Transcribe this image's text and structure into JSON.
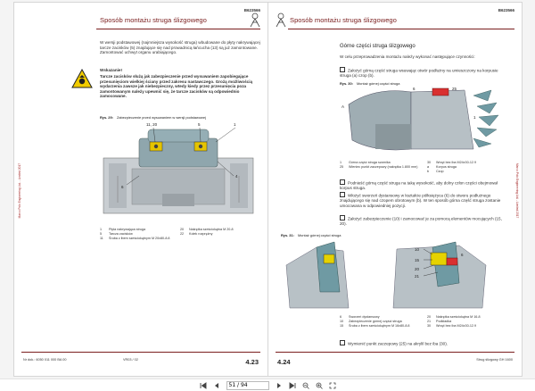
{
  "left_page": {
    "doc_id": "B623566",
    "title": "Sposób montażu struga ślizgowego",
    "side_text": "Marco Polo Engineering Ltd. - Limited 2017",
    "intro": "W wersji podstawowej (najmniejsza wysokość struga) wbudowane do płyty nakrywającej tarcze zacisków (5) znajdujące się nad prowadnicą łańcucha (13) są już zamontowane. Zamontować uchwyt organu urabiającego.",
    "warning_heading": "Wskazanie!",
    "warning_text": "Tarcze zacisków służą jak zabezpieczenie przed wysuwaniem zapobiegające przesunięciom wielkiej ściany przed zakresu nastawczego. Grożą możliwością wydarzenia zawsze jak niebezpieczny, wtedy kiedy przez przesunięcia poza zamontowanym należy upewnić się, że tarcze zacisków są odpowiednio zamocowane.",
    "figure_label": "Rys. 29:",
    "figure_caption": "Zabezpieczenie przed wysuwaniem w wersji podstawowej",
    "callouts": [
      "11, 20",
      "5",
      "1",
      "6",
      "4"
    ],
    "legend": [
      {
        "num": "1",
        "text": "Płyta nakrywająca struga"
      },
      {
        "num": "5",
        "text": "Tarcza zacisków"
      },
      {
        "num": "11",
        "text": "Śruba z łbem sześciokątnym M 20x80-8.8"
      },
      {
        "num": "20",
        "text": "Nakrętka sześciokątna M 20-8"
      },
      {
        "num": "22",
        "text": "Kołek rozprężny"
      }
    ],
    "footer_left": "Nr dok.: 6050 011 000 BA 00",
    "footer_mid": "VR03 / 02",
    "page_number": "4.23"
  },
  "right_page": {
    "doc_id": "B623566",
    "title": "Sposób montażu struga ślizgowego",
    "side_text": "Marco Polo Engineering Ltd. - Limited 2017",
    "section_title": "Górne części struga ślizgowego",
    "intro": "W celu przeprowadzenia montażu należy wykonać następujące czynności:",
    "steps": [
      "Założyć górną część struga wsuwając otwór podłużny na umieszczony na korpusie struga (a) czop (b).",
      "Podnieść górną część struga na taką wysokość, aby dolny człon części obejmował korpus struga.",
      "Włożyć sworzeń dystansowy w kształcie półksiężyca (6) do otworu podłużnego znajdującego się nad czopem obrotowym (b). W ten sposób górna część struga zostanie umocowana w odpowiedniej pozycji.",
      "Założyć zabezpieczenie (10) i zamocować je za pomocą elementów mocujących (15, 20).",
      "Wymienić punkt zaczepowy (25) na akrylil bez iba (30)."
    ],
    "figure30_label": "Rys. 30:",
    "figure30_caption": "Montaż górnej części struga",
    "figure30_callouts": [
      "6",
      "25",
      "A",
      "1"
    ],
    "legend30": [
      {
        "num": "1",
        "text": "Górna część struga szarnika"
      },
      {
        "num": "25",
        "text": "Wieniec punkt zaczepowy (nakrętka 1.800 mm)"
      },
      {
        "num": "30",
        "text": "Wrzęt bez iba M24x30-12.9"
      },
      {
        "num": "a",
        "text": "Korpus struga"
      },
      {
        "num": "b",
        "text": "Czop"
      }
    ],
    "figure31_label": "Rys. 31:",
    "figure31_caption": "Montaż górnej części struga",
    "figure31_callouts": [
      "10",
      "15",
      "20",
      "21",
      "6"
    ],
    "legend31": [
      {
        "num": "6",
        "text": "Sworzeń dystansowy"
      },
      {
        "num": "10",
        "text": "Zabezpieczenie górnej części struga"
      },
      {
        "num": "15",
        "text": "Śruba z łbem sześciokątnym M 16x80-8.8"
      },
      {
        "num": "20",
        "text": "Nakrętka sześciokątna M 16-8"
      },
      {
        "num": "21",
        "text": "Podkładka"
      },
      {
        "num": "30",
        "text": "Wrzęt bez iba M24x30-12.9"
      }
    ],
    "footer_right": "Strug ślizgowy GH 1600",
    "page_number": "4.24"
  },
  "toolbar": {
    "page_input_value": "51 / 94",
    "first_icon": "first-page-icon",
    "prev_icon": "prev-page-icon",
    "next_icon": "next-page-icon",
    "last_icon": "last-page-icon"
  }
}
